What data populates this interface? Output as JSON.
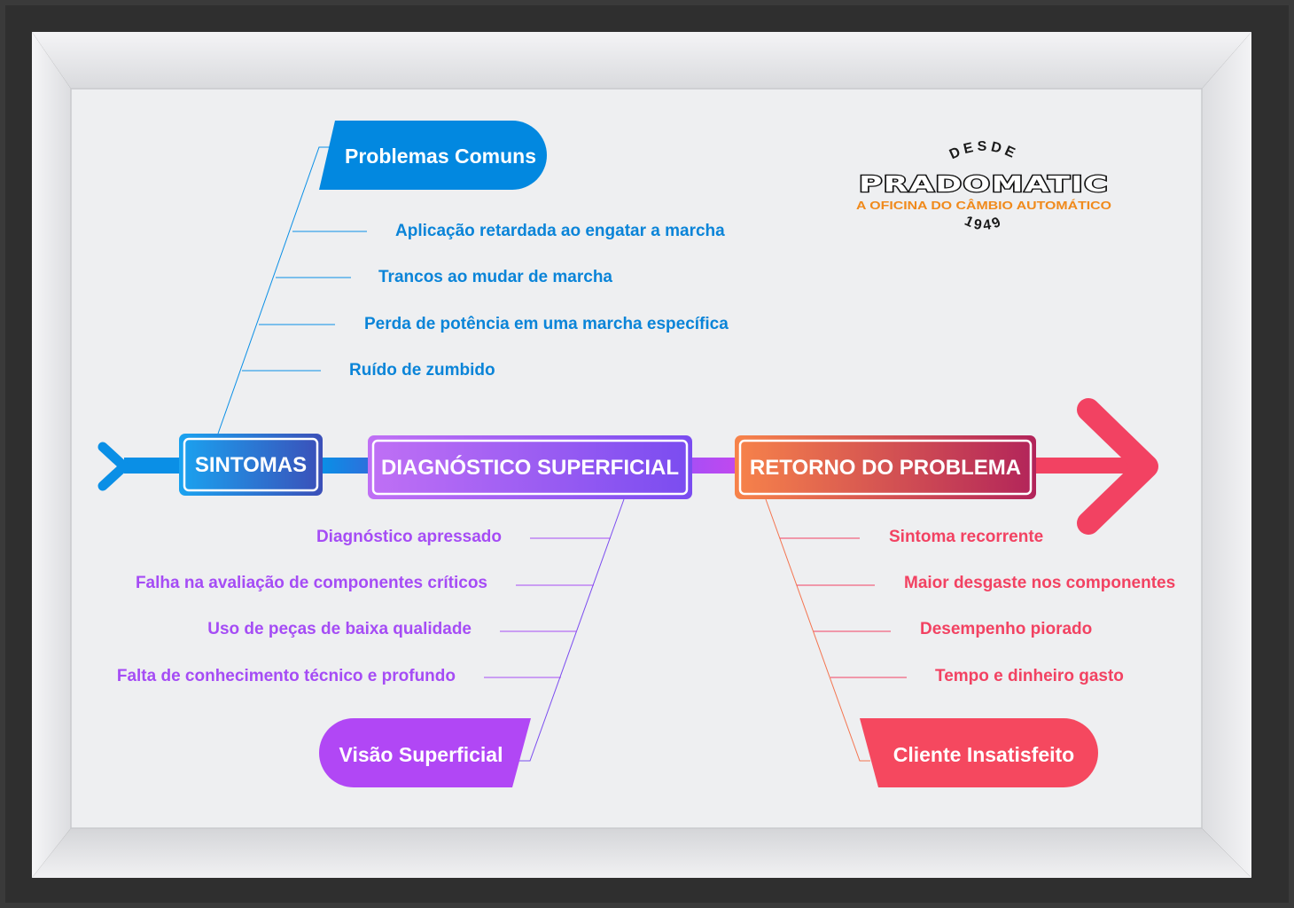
{
  "logo": {
    "desde": "DESDE",
    "brand": "PRADOMATIC",
    "tagline": "A OFICINA DO CÂMBIO AUTOMÁTICO",
    "year": "1949"
  },
  "spine": {
    "sintomas": "SINTOMAS",
    "diagnostico": "DIAGNÓSTICO SUPERFICIAL",
    "retorno": "RETORNO DO PROBLEMA"
  },
  "branch_sintomas": {
    "title": "Problemas Comuns",
    "items": [
      "Aplicação retardada ao engatar a marcha",
      "Trancos ao mudar de marcha",
      "Perda de potência em uma marcha específica",
      "Ruído de zumbido"
    ]
  },
  "branch_diagnostico": {
    "title": "Visão Superficial",
    "items": [
      "Diagnóstico apressado",
      "Falha na avaliação de componentes críticos",
      "Uso de peças de baixa qualidade",
      "Falta de conhecimento técnico e profundo"
    ]
  },
  "branch_retorno": {
    "title": "Cliente Insatisfeito",
    "items": [
      "Sintoma recorrente",
      "Maior desgaste nos componentes",
      "Desempenho piorado",
      "Tempo e dinheiro gasto"
    ]
  },
  "colors": {
    "blue": "#0288e0",
    "purple": "#a54cf5",
    "red": "#f24262",
    "orange": "#f08a1c",
    "frame": "#3a3a3a"
  }
}
